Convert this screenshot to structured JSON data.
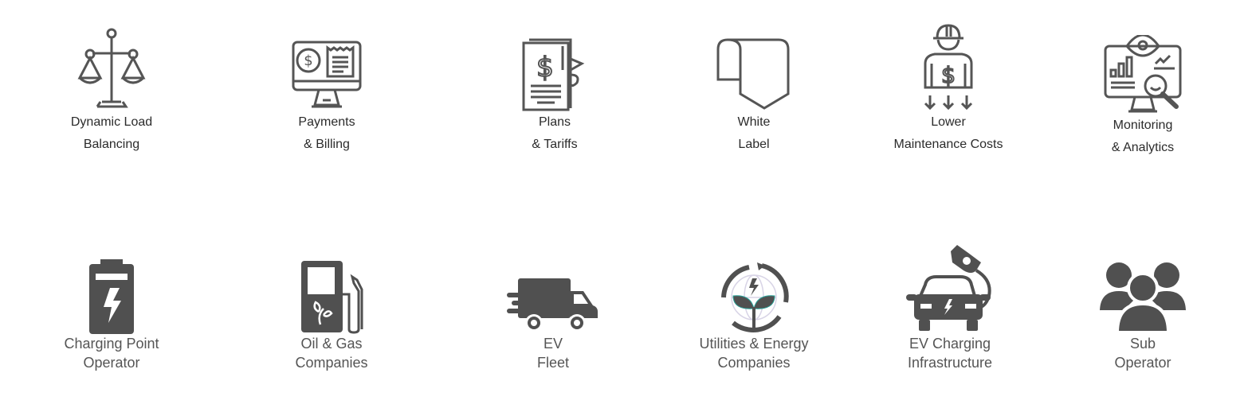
{
  "colors": {
    "outline_icon": "#555555",
    "solid_icon": "#505050",
    "text_top": "#2b2b2b",
    "text_bottom": "#555555",
    "accent_teal": "#2aa198",
    "background": "#ffffff"
  },
  "features": [
    {
      "icon": "scale-balance-icon",
      "line1": "Dynamic Load",
      "line2": "Balancing"
    },
    {
      "icon": "monitor-payment-icon",
      "line1": "Payments",
      "line2": "& Billing"
    },
    {
      "icon": "document-dollar-icon",
      "line1": "Plans",
      "line2": "& Tariffs"
    },
    {
      "icon": "ribbon-label-icon",
      "line1": "White",
      "line2": "Label"
    },
    {
      "icon": "worker-dollar-icon",
      "line1": "Lower",
      "line2": "Maintenance Costs"
    },
    {
      "icon": "monitor-analytics-icon",
      "line1": "Monitoring",
      "line2": "& Analytics"
    }
  ],
  "audiences": [
    {
      "icon": "battery-charge-icon",
      "line1": "Charging Point",
      "line2": "Operator"
    },
    {
      "icon": "fuel-pump-leaf-icon",
      "line1": "Oil & Gas",
      "line2": "Companies"
    },
    {
      "icon": "delivery-truck-icon",
      "line1": "EV",
      "line2": "Fleet"
    },
    {
      "icon": "energy-cycle-plant-icon",
      "line1": "Utilities & Energy",
      "line2": "Companies"
    },
    {
      "icon": "ev-car-plug-icon",
      "line1": "EV Charging",
      "line2": "Infrastructure"
    },
    {
      "icon": "users-group-icon",
      "line1": "Sub",
      "line2": "Operator"
    }
  ]
}
